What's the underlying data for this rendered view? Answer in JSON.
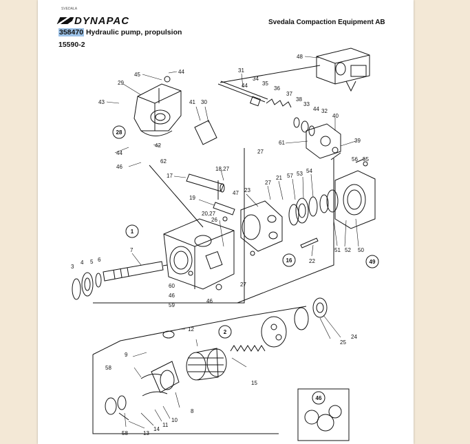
{
  "header": {
    "logo_small": "SVEDALA",
    "logo_text": "DYNAPAC",
    "company": "Svedala Compaction Equipment AB",
    "part_number": "358470",
    "part_title": "Hydraulic pump, propulsion",
    "drawing_number": "15590-2"
  },
  "callouts": {
    "c1": "1",
    "c2": "2",
    "c16": "16",
    "c28": "28",
    "c46": "46",
    "c49": "49"
  },
  "labels": {
    "l48": "48",
    "l45": "45",
    "l44a": "44",
    "l31": "31",
    "l34": "34",
    "l35": "35",
    "l29": "29",
    "l44b": "44",
    "l36": "36",
    "l37": "37",
    "l38": "38",
    "l33": "33",
    "l44c": "44",
    "l32": "32",
    "l43": "43",
    "l41": "41",
    "l30": "30",
    "l40": "40",
    "l61": "61",
    "l39": "39",
    "l42": "42",
    "l44d": "44",
    "l27a": "27",
    "l46a": "46",
    "l62": "62",
    "l56": "56",
    "l55": "55",
    "l1827": "18,27",
    "l17": "17",
    "l23": "23",
    "l27b": "27",
    "l21": "21",
    "l57": "57",
    "l53": "53",
    "l54": "54",
    "l47": "47",
    "l19": "19",
    "l2027": "20,27",
    "l26": "26",
    "l7": "7",
    "l51": "51",
    "l52": "52",
    "l50": "50",
    "l22": "22",
    "l3": "3",
    "l4": "4",
    "l5": "5",
    "l6": "6",
    "l60": "60",
    "l46b": "46",
    "l59": "59",
    "l46c": "46",
    "l27c": "27",
    "l12": "12",
    "l24": "24",
    "l25": "25",
    "l9": "9",
    "l58a": "58",
    "l15": "15",
    "l8": "8",
    "l10": "10",
    "l11": "11",
    "l14": "14",
    "l13": "13",
    "l58b": "58"
  }
}
